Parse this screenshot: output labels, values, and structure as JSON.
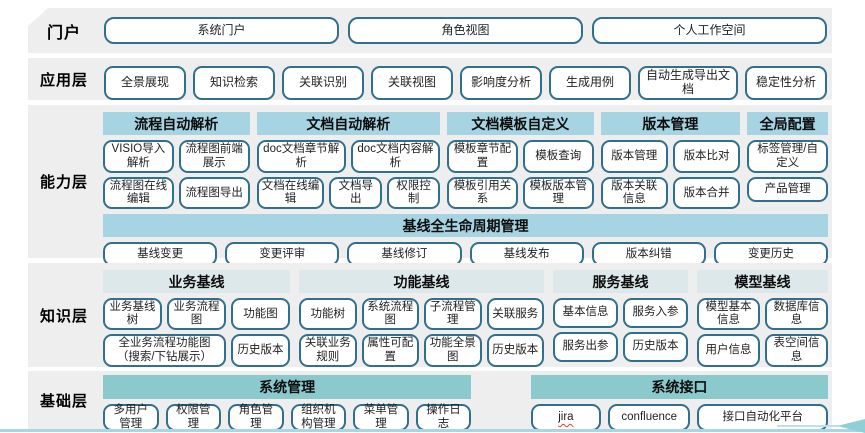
{
  "colors": {
    "band_bg": "#efeeee",
    "button_border": "#31708c",
    "capability_header_bg": "#a7d4e2",
    "knowledge_header_bg": "#dce8e9",
    "base_header_bg": "#8acacd",
    "bottom_line": "#a9d6e0",
    "arrow": "#8fd0d6",
    "spellcheck_underline": "#e0392f"
  },
  "portal": {
    "label": "门户",
    "items": [
      "系统门户",
      "角色视图",
      "个人工作空间"
    ]
  },
  "application": {
    "label": "应用层",
    "items": [
      "全景展现",
      "知识检索",
      "关联识别",
      "关联视图",
      "影响度分析",
      "生成用例",
      {
        "text": "自动生成导出文档",
        "flex": 1.25
      },
      "稳定性分析"
    ]
  },
  "capability": {
    "label": "能力层",
    "groups": [
      {
        "header": "流程自动解析",
        "rows": [
          [
            "VISIO导入解析",
            "流程图前端展示"
          ],
          [
            "流程图在线编辑",
            "流程图导出"
          ]
        ]
      },
      {
        "header": "文档自动解析",
        "rows": [
          [
            "doc文档章节解析",
            "doc文档内容解析"
          ],
          [
            {
              "text": "文档在线编辑",
              "flex": 1.35
            },
            "文档导出",
            "权限控制"
          ]
        ]
      },
      {
        "header": "文档模板自定义",
        "rows": [
          [
            "模板章节配置",
            "模板查询"
          ],
          [
            "模板引用关系",
            "模板版本管理"
          ]
        ]
      },
      {
        "header": "版本管理",
        "rows": [
          [
            "版本管理",
            "版本比对"
          ],
          [
            "版本关联信息",
            "版本合并"
          ]
        ]
      },
      {
        "header": "全局配置",
        "rows": [
          [
            "标签管理/自定义"
          ],
          [
            "产品管理"
          ]
        ]
      }
    ],
    "baseline": {
      "header": "基线全生命周期管理",
      "items": [
        "基线变更",
        "变更评审",
        "基线修订",
        "基线发布",
        "版本纠错",
        "变更历史"
      ]
    }
  },
  "knowledge": {
    "label": "知识层",
    "groups": [
      {
        "header": "业务基线",
        "rows": [
          [
            "业务基线树",
            "业务流程图",
            "功能图"
          ],
          [
            {
              "text": "全业务流程功能图（搜索/下钻展示）",
              "flex": 2.3
            },
            "历史版本"
          ]
        ]
      },
      {
        "header": "功能基线",
        "rows": [
          [
            "功能树",
            "系统流程图",
            "子流程管理",
            "关联服务"
          ],
          [
            "关联业务规则",
            "属性可配置",
            "功能全景图",
            "历史版本"
          ]
        ]
      },
      {
        "header": "服务基线",
        "rows": [
          [
            "基本信息",
            "服务入参"
          ],
          [
            "服务出参",
            "历史版本"
          ]
        ]
      },
      {
        "header": "模型基线",
        "rows": [
          [
            "模型基本信息",
            "数据库信息"
          ],
          [
            "用户信息",
            "表空间信息"
          ]
        ]
      }
    ]
  },
  "base": {
    "label": "基础层",
    "groups": [
      {
        "header": "系统管理",
        "items": [
          "多用户管理",
          "权限管理",
          "角色管理",
          "组织机构管理",
          "菜单管理",
          "操作日志"
        ]
      },
      {
        "header": "系统接口",
        "items": [
          {
            "text": "jira",
            "spell": true
          },
          {
            "text": "confluence",
            "flex": 1.2
          },
          {
            "text": "接口自动化平台",
            "flex": 2
          }
        ]
      }
    ]
  }
}
